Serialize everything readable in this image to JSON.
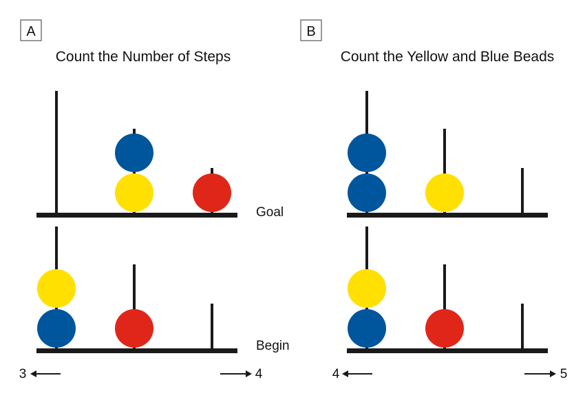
{
  "colors": {
    "blue": "#00569c",
    "yellow": "#ffe000",
    "red": "#e02618",
    "line": "#1a1a1a"
  },
  "panels": [
    {
      "letter": "A",
      "title": "Count the Number of Steps",
      "goal_label": "Goal",
      "begin_label": "Begin",
      "goal_state": [
        [],
        [
          "yellow",
          "blue"
        ],
        [
          "red"
        ]
      ],
      "begin_state": [
        [
          "blue",
          "yellow"
        ],
        [
          "red"
        ],
        []
      ],
      "left_count": "3",
      "right_count": "4"
    },
    {
      "letter": "B",
      "title": "Count the Yellow and Blue Beads",
      "goal_state": [
        [
          "blue",
          "blue"
        ],
        [
          "yellow"
        ],
        []
      ],
      "begin_state": [
        [
          "blue",
          "yellow"
        ],
        [
          "red"
        ],
        []
      ],
      "left_count": "4",
      "right_count": "5"
    }
  ]
}
